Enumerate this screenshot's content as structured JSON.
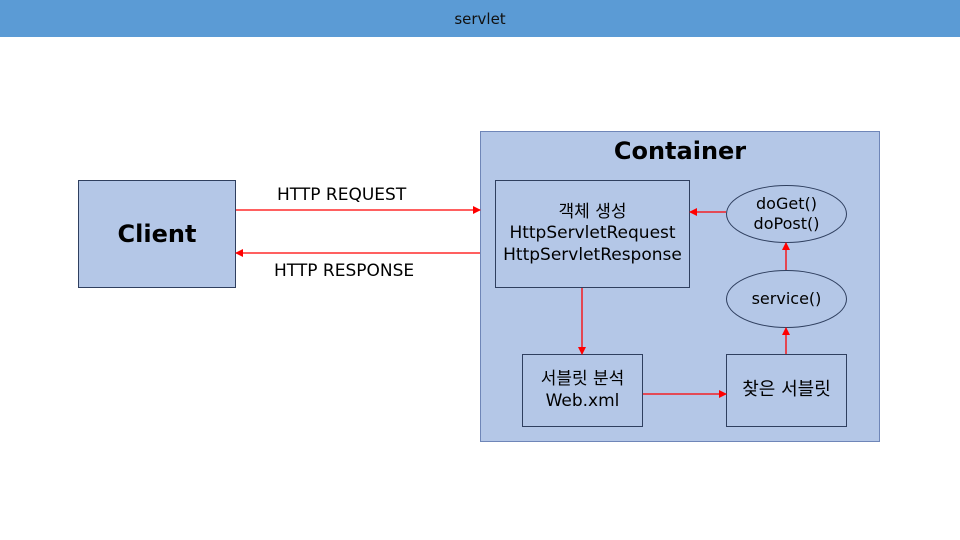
{
  "header": {
    "title": "servlet"
  },
  "client": {
    "label": "Client"
  },
  "container": {
    "label": "Container"
  },
  "object_box": {
    "line1": "객체 생성",
    "line2": "HttpServletRequest",
    "line3": "HttpServletResponse"
  },
  "analyze_box": {
    "line1": "서블릿 분석",
    "line2": "Web.xml"
  },
  "found_box": {
    "label": "찾은 서블릿"
  },
  "service_ellipse": {
    "label": "service()"
  },
  "methods_ellipse": {
    "line1": "doGet()",
    "line2": "doPost()"
  },
  "arrows": {
    "request_label": "HTTP REQUEST",
    "response_label": "HTTP RESPONSE",
    "color": "#ff0000"
  },
  "colors": {
    "title_bar": "#5b9bd5",
    "shape_fill": "#b4c7e7"
  }
}
